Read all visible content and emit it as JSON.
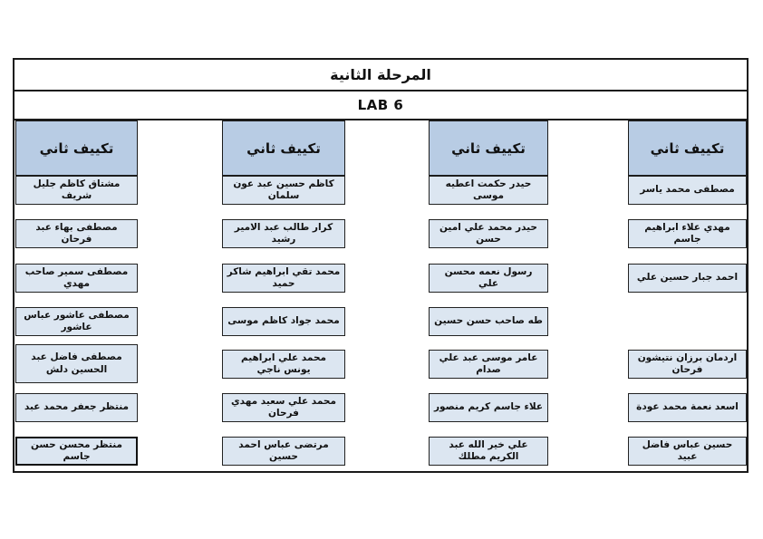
{
  "page": {
    "title": "المرحلة الثانية",
    "lab": "LAB 6"
  },
  "colors": {
    "header_fill": "#b8cce4",
    "name_fill": "#dce6f1",
    "border": "#1a1a1a"
  },
  "columns": [
    {
      "header": "تكييف ثاني",
      "names": [
        "مصطفى محمد ياسر",
        "مهدي علاء ابراهيم جاسم",
        "احمد جبار حسين علي",
        null,
        "اردمان برزان نتيشون فرحان",
        "اسعد نعمة محمد عودة",
        "حسين عباس فاضل عبيد"
      ]
    },
    {
      "header": "تكييف ثاني",
      "names": [
        "حيدر حكمت اعطيه موسى",
        "حيدر محمد علي امين حسن",
        "رسول نعمه محسن علي",
        "طه صاحب حسن حسين",
        "عامر موسى عبد علي صدام",
        "علاء جاسم كريم منصور",
        "علي خير الله عبد الكريم مطلك"
      ]
    },
    {
      "header": "تكييف ثاني",
      "names": [
        "كاظم حسين عبد عون سلمان",
        "كرار طالب عبد الامير رشيد",
        "محمد تقي ابراهيم شاكر حميد",
        "محمد جواد كاظم موسى",
        "محمد علي ابراهيم يونس ناجي",
        "محمد علي سعيد مهدي فرحان",
        "مرتضى عباس احمد حسين"
      ]
    },
    {
      "header": "تكييف ثاني",
      "names": [
        "مشتاق كاظم جليل شريف",
        "مصطفى بهاء عبد فرحان",
        "مصطفى سمير صاحب مهدي",
        "مصطفى عاشور عباس عاشور",
        "مصطفى فاضل عبد الحسين دلش",
        "منتظر جعفر محمد عبد",
        "منتظر محسن حسن جاسم"
      ]
    }
  ]
}
